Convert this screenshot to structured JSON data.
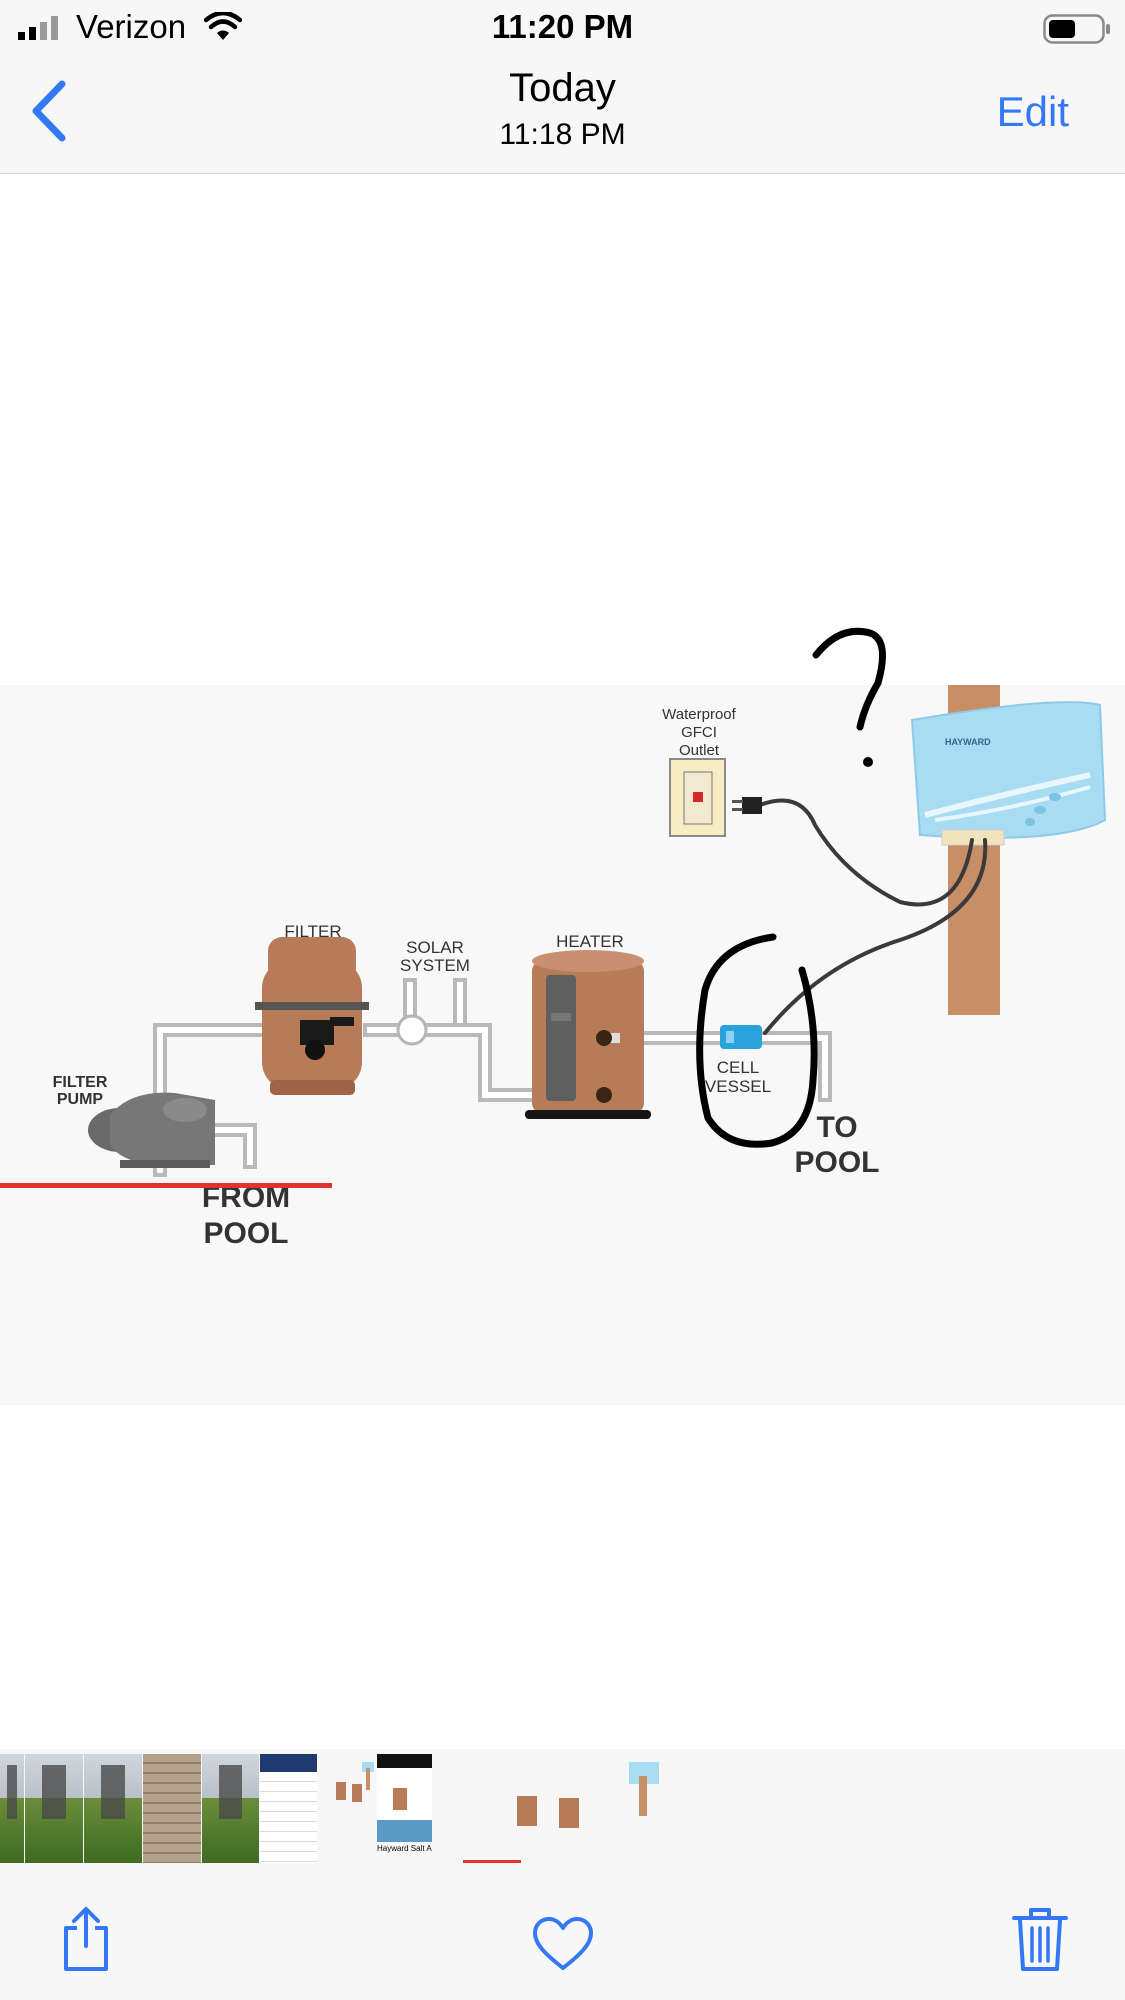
{
  "status_bar": {
    "carrier": "Verizon",
    "time": "11:20 PM",
    "icons": [
      "signal-icon",
      "wifi-icon",
      "battery-icon"
    ]
  },
  "nav": {
    "title": "Today",
    "subtitle": "11:18 PM",
    "back_icon": "chevron-left-icon",
    "edit_label": "Edit"
  },
  "photo": {
    "labels": {
      "outlet_line1": "Waterproof",
      "outlet_line2": "GFCI",
      "outlet_line3": "Outlet",
      "brand": "HAYWARD",
      "filter": "FILTER",
      "solar_line1": "SOLAR",
      "solar_line2": "SYSTEM",
      "heater": "HEATER",
      "pump_line1": "FILTER",
      "pump_line2": "PUMP",
      "cell_line1": "CELL",
      "cell_line2": "VESSEL",
      "from_pool_line1": "FROM",
      "from_pool_line2": "POOL",
      "to_pool_line1": "TO",
      "to_pool_line2": "POOL"
    },
    "annotation_text": "?",
    "playback_progress": 0.295
  },
  "filmstrip": {
    "thumbs": [
      {
        "kind": "lawn",
        "selected": false
      },
      {
        "kind": "lawn",
        "selected": false
      },
      {
        "kind": "lawn",
        "selected": false
      },
      {
        "kind": "siding",
        "selected": false
      },
      {
        "kind": "lawn",
        "selected": false
      },
      {
        "kind": "form",
        "selected": false
      },
      {
        "kind": "diagram",
        "selected": false
      },
      {
        "kind": "article",
        "selected": false,
        "caption": "Hayward Salt And Sa"
      },
      {
        "kind": "diagram",
        "selected": true
      }
    ]
  },
  "toolbar": {
    "buttons": [
      "share-icon",
      "heart-icon",
      "trash-icon"
    ]
  },
  "colors": {
    "accent": "#3478f6",
    "bar_bg": "#f7f7f7",
    "progress": "#e0322e",
    "post": "#c88e66",
    "equipment": "#b87b58",
    "hayward_box": "#a8dcf2"
  }
}
